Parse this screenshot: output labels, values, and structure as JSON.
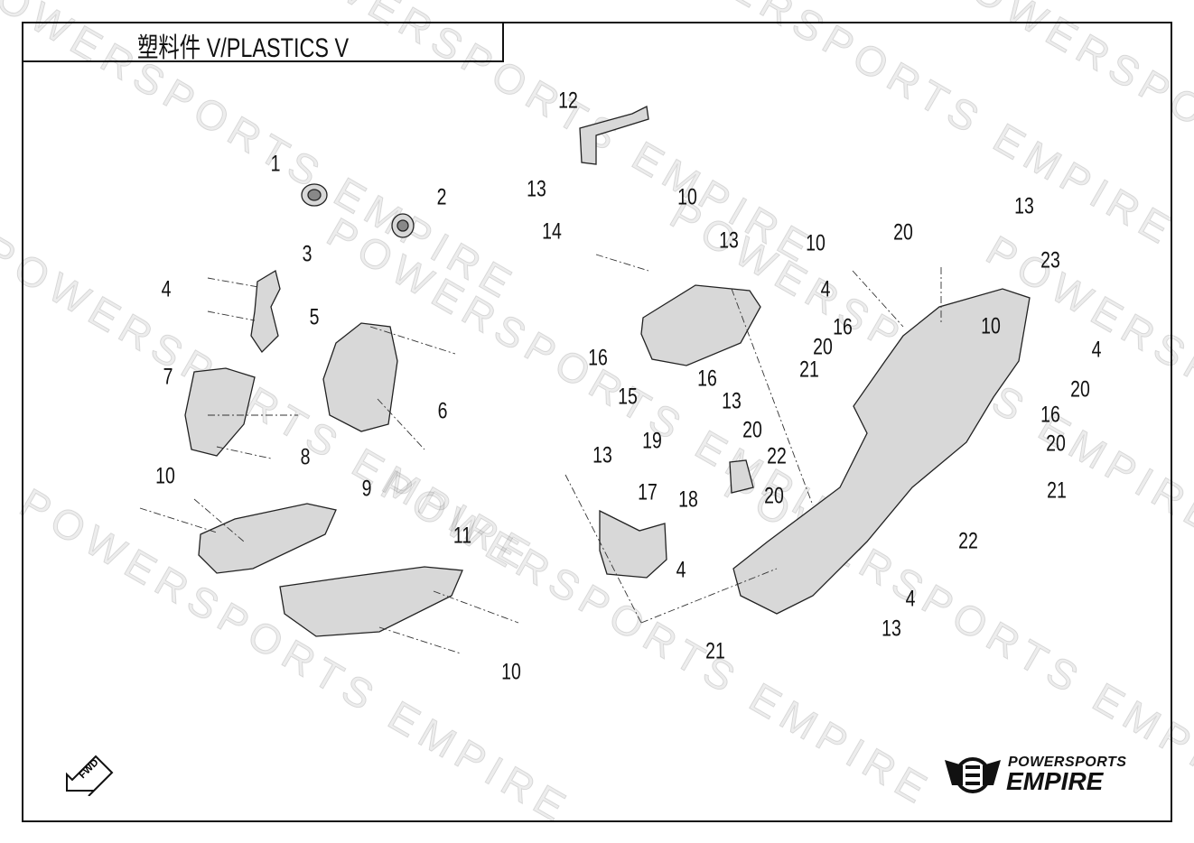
{
  "header": {
    "title": "塑料件 V/PLASTICS V"
  },
  "watermark": "POWERSPORTS EMPIRE",
  "logo": {
    "line1": "POWERSPORTS",
    "line2": "EMPIRE"
  },
  "fwd_label": "FWD",
  "callouts": [
    "1",
    "2",
    "3",
    "4",
    "5",
    "7",
    "6",
    "8",
    "10",
    "9",
    "11",
    "10",
    "12",
    "13",
    "14",
    "10",
    "13",
    "16",
    "15",
    "16",
    "10",
    "20",
    "13",
    "23",
    "4",
    "16",
    "10",
    "20",
    "21",
    "4",
    "20",
    "13",
    "20",
    "16",
    "19",
    "13",
    "22",
    "20",
    "17",
    "18",
    "20",
    "21",
    "22",
    "4",
    "4",
    "13",
    "21"
  ]
}
